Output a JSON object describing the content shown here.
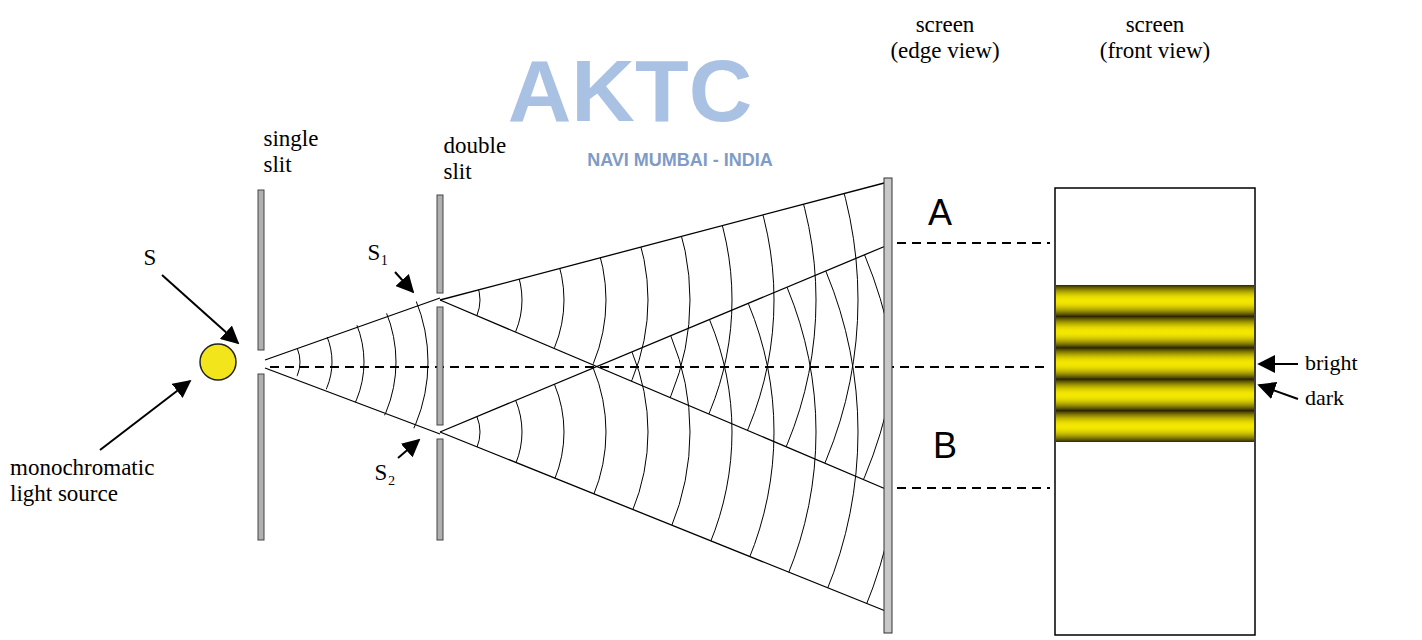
{
  "diagram": {
    "labels": [
      "single slit",
      "double slit",
      "screen (edge view)",
      "screen (front view)",
      "S",
      "S₁",
      "S₂",
      "monochromatic light source",
      "A",
      "B",
      "bright",
      "dark",
      "AKTC",
      "NAVI MUMBAI - INDIA"
    ]
  }
}
